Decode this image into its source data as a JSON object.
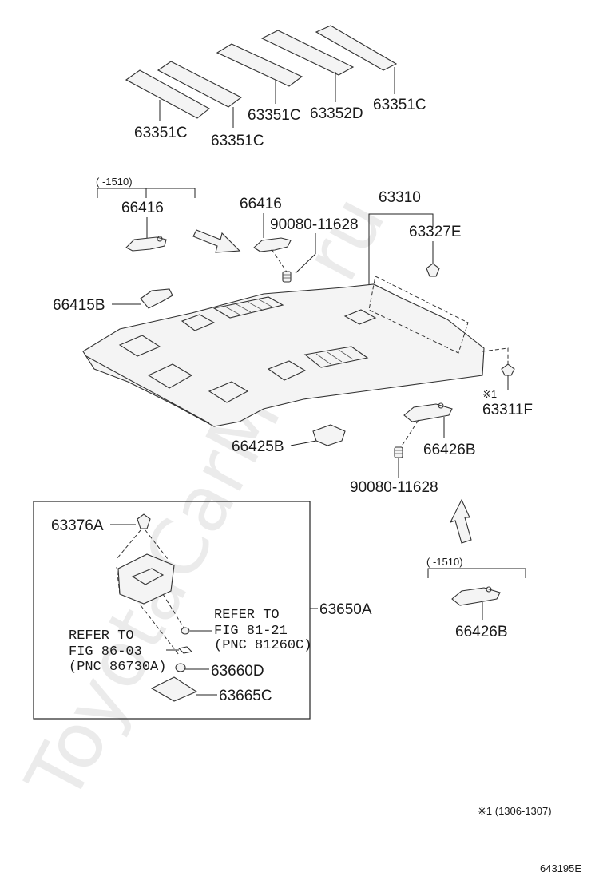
{
  "watermark": "ToyotaCarMine.ru",
  "headliner_pads": [
    {
      "part_no": "63351C"
    },
    {
      "part_no": "63351C"
    },
    {
      "part_no": "63351C"
    },
    {
      "part_no": "63352D"
    },
    {
      "part_no": "63351C"
    }
  ],
  "parts": {
    "visor_left_range": "(    -1510)",
    "visor_left": "66416",
    "visor_center": "66416",
    "screw_top": "90080-11628",
    "headliner": "63310",
    "clip_rear": "63327E",
    "holder_left": "66415B",
    "clip_marked_symbol": "※1",
    "clip_right": "63311F",
    "holder_front": "66425B",
    "visor_right": "66426B",
    "screw_bottom": "90080-11628",
    "visor_right_range": "(    -1510)",
    "visor_right_lower": "66426B"
  },
  "inset": {
    "clip": "63376A",
    "lamp_assy": "63650A",
    "refer_right_1": "REFER TO",
    "refer_right_2": "FIG 81-21",
    "refer_right_3": "(PNC 81260C)",
    "refer_left_1": "REFER TO",
    "refer_left_2": "FIG 86-03",
    "refer_left_3": "(PNC 86730A)",
    "bulb": "63660D",
    "lens": "63665C"
  },
  "footnote": "※1 (1306-1307)",
  "figure_id": "643195E"
}
